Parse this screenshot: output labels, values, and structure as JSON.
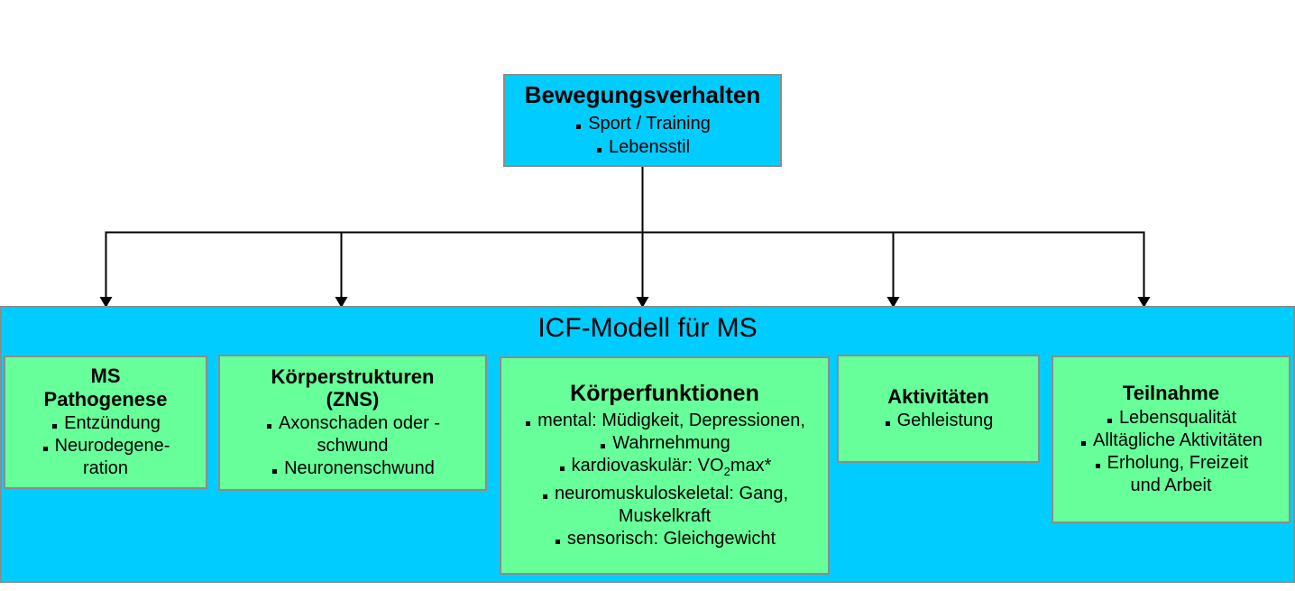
{
  "colors": {
    "box_fill_cyan": "#00CCFF",
    "box_fill_green": "#66FF99",
    "box_border_gray": "#8C8C8C",
    "connector_line": "#000000"
  },
  "top_box": {
    "title": "Bewegungsverhalten",
    "items": [
      {
        "text": "Sport / Training"
      },
      {
        "text": "Lebensstil"
      }
    ]
  },
  "icf": {
    "title": "ICF-Modell für MS",
    "boxes": [
      {
        "title": "MS\nPathogenese",
        "lines": [
          {
            "text": "Entzündung"
          },
          {
            "text": "Neurodegene-"
          },
          {
            "text": "ration"
          }
        ]
      },
      {
        "title": "Körperstrukturen\n(ZNS)",
        "lines": [
          {
            "text": "Axonschaden oder -"
          },
          {
            "text": "schwund"
          },
          {
            "text": "Neuronenschwund"
          }
        ]
      },
      {
        "title": "Körperfunktionen",
        "lines": [
          {
            "text": "mental: Müdigkeit, Depressionen,"
          },
          {
            "text": "Wahrnehmung"
          },
          {
            "pre": "kardiovaskulär: VO",
            "sub": "2",
            "post": "max*"
          },
          {
            "text": "neuromuskuloskeletal: Gang,"
          },
          {
            "text": "Muskelkraft"
          },
          {
            "text": "sensorisch: Gleichgewicht"
          }
        ]
      },
      {
        "title": "Aktivitäten",
        "lines": [
          {
            "text": "Gehleistung"
          }
        ]
      },
      {
        "title": "Teilnahme",
        "lines": [
          {
            "text": "Lebensqualität"
          },
          {
            "text": "Alltägliche Aktivitäten"
          },
          {
            "text": "Erholung, Freizeit"
          },
          {
            "text": "und Arbeit"
          }
        ]
      }
    ]
  }
}
